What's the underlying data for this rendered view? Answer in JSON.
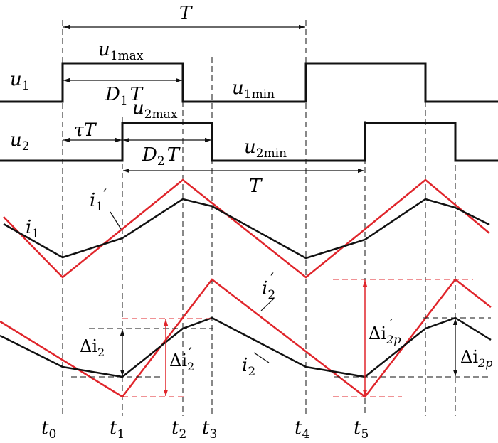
{
  "labels": {
    "T_top": "T",
    "u1": "u",
    "u1_sub": "1",
    "u1max": "u",
    "u1max_sub": "1max",
    "u1min": "u",
    "u1min_sub": "1min",
    "D1T_D": "D",
    "D1T_sub": "1",
    "D1T_T": "T",
    "u2": "u",
    "u2_sub": "2",
    "u2max": "u",
    "u2max_sub": "2max",
    "u2min": "u",
    "u2min_sub": "2min",
    "tauT": "τT",
    "D2T_D": "D",
    "D2T_sub": "2",
    "D2T_T": "T",
    "T_mid": "T",
    "i1prime": "i",
    "i1prime_sub": "1",
    "i1prime_mark": "′",
    "i1": "i",
    "i1_sub": "1",
    "i2prime": "i",
    "i2prime_sub": "2",
    "i2prime_mark": "′",
    "i2": "i",
    "i2_sub": "2",
    "di2_delta": "Δi",
    "di2_sub": "2",
    "di2prime_delta": "Δi",
    "di2prime_sub": "2",
    "di2prime_mark": "′",
    "di2p_prime_delta": "Δi",
    "di2p_prime_sub": "2p",
    "di2p_prime_mark": "′",
    "di2p_delta": "Δi",
    "di2p_sub": "2p",
    "t0": "t",
    "t0_sub": "0",
    "t1": "t",
    "t1_sub": "1",
    "t2": "t",
    "t2_sub": "2",
    "t3": "t",
    "t3_sub": "3",
    "t4": "t",
    "t4_sub": "4",
    "t5": "t",
    "t5_sub": "5"
  },
  "colors": {
    "black": "#111111",
    "red": "#e0252b"
  }
}
